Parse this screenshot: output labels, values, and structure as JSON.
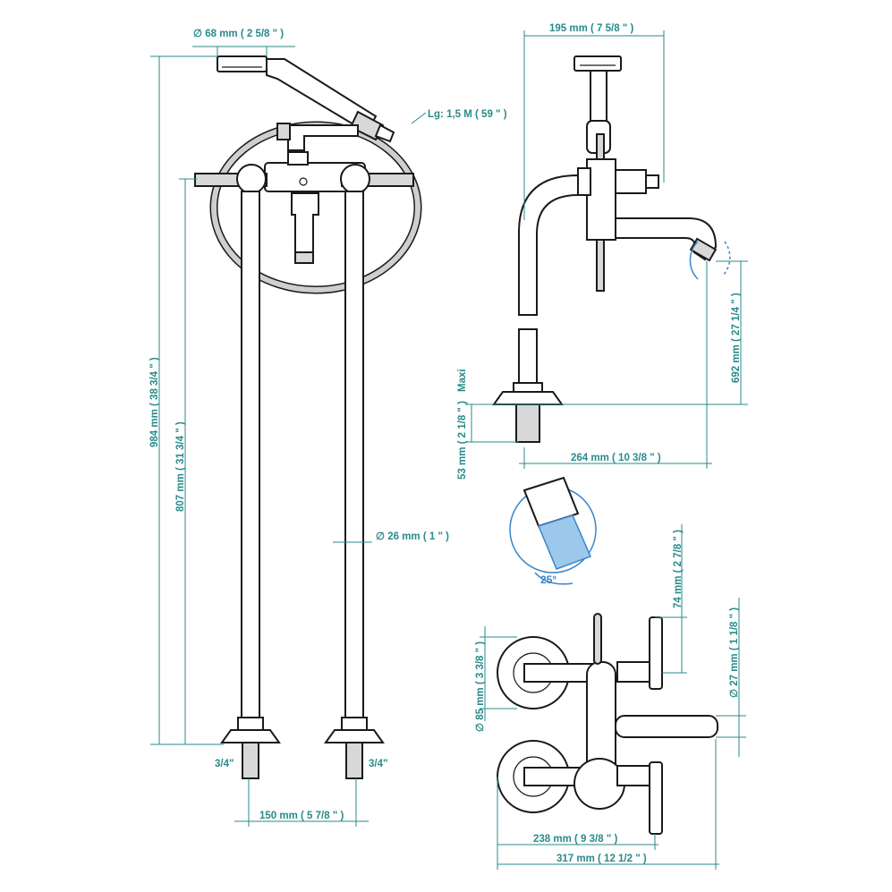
{
  "colors": {
    "dimension": "#2a8a8a",
    "outline": "#1a1a1a",
    "angle": "#3a85c9"
  },
  "labels": {
    "head_diameter": "∅ 68 mm ( 2 5/8 \" )",
    "hose_length": "Lg: 1,5 M ( 59 \" )",
    "total_height": "984 mm ( 38 3/4 \" )",
    "pipe_height": "807 mm ( 31 3/4 \" )",
    "pipe_diameter": "∅ 26 mm ( 1 \" )",
    "thread_left": "3/4\"",
    "thread_right": "3/4\"",
    "spacing": "150 mm ( 5 7/8 \" )",
    "side_width": "195 mm ( 7 5/8 \" )",
    "spout_height": "692 mm ( 27 1/4 \" )",
    "maxi": "Maxi",
    "base_height": "53 mm ( 2 1/8 \" )",
    "spout_reach": "264 mm ( 10 3/8 \" )",
    "angle": "25°",
    "top_handle_h": "74 mm ( 2 7/8 \" )",
    "spout_dia": "∅ 27 mm ( 1 1/8 \" )",
    "rosette_dia": "∅ 85 mm ( 3 3/8 \" )",
    "top_width_238": "238 mm ( 9 3/8 \" )",
    "top_width_317": "317 mm ( 12 1/2 \" )"
  }
}
